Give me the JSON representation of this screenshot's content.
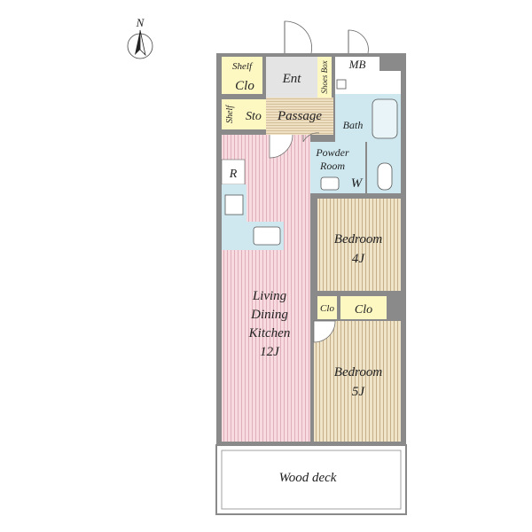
{
  "compass": {
    "letter": "N"
  },
  "rooms": {
    "shelf_top": "Shelf",
    "clo_top": "Clo",
    "ent": "Ent",
    "shoes_box": "Shoes Box",
    "mb": "MB",
    "shelf_side": "Shelf",
    "sto": "Sto",
    "passage": "Passage",
    "bath": "Bath",
    "powder_line1": "Powder",
    "powder_line2": "Room",
    "w": "W",
    "r": "R",
    "bed1_name": "Bedroom",
    "bed1_size": "4J",
    "clo_small": "Clo",
    "clo_mid": "Clo",
    "ldk_line1": "Living",
    "ldk_line2": "Dining",
    "ldk_line3": "Kitchen",
    "ldk_size": "12J",
    "bed2_name": "Bedroom",
    "bed2_size": "5J",
    "wood_deck": "Wood deck"
  },
  "colors": {
    "wall": "#8a8a8a",
    "ldk_floor": "#f7dbe0",
    "ldk_stripe": "#d9a3ae",
    "bedroom_floor": "#efe3c8",
    "bedroom_stripe": "#b9a27a",
    "wet_area": "#cfe8f0",
    "storage": "#fdf8c2",
    "entrance": "#e4e4e4",
    "passage_floor": "#efe0c4"
  }
}
